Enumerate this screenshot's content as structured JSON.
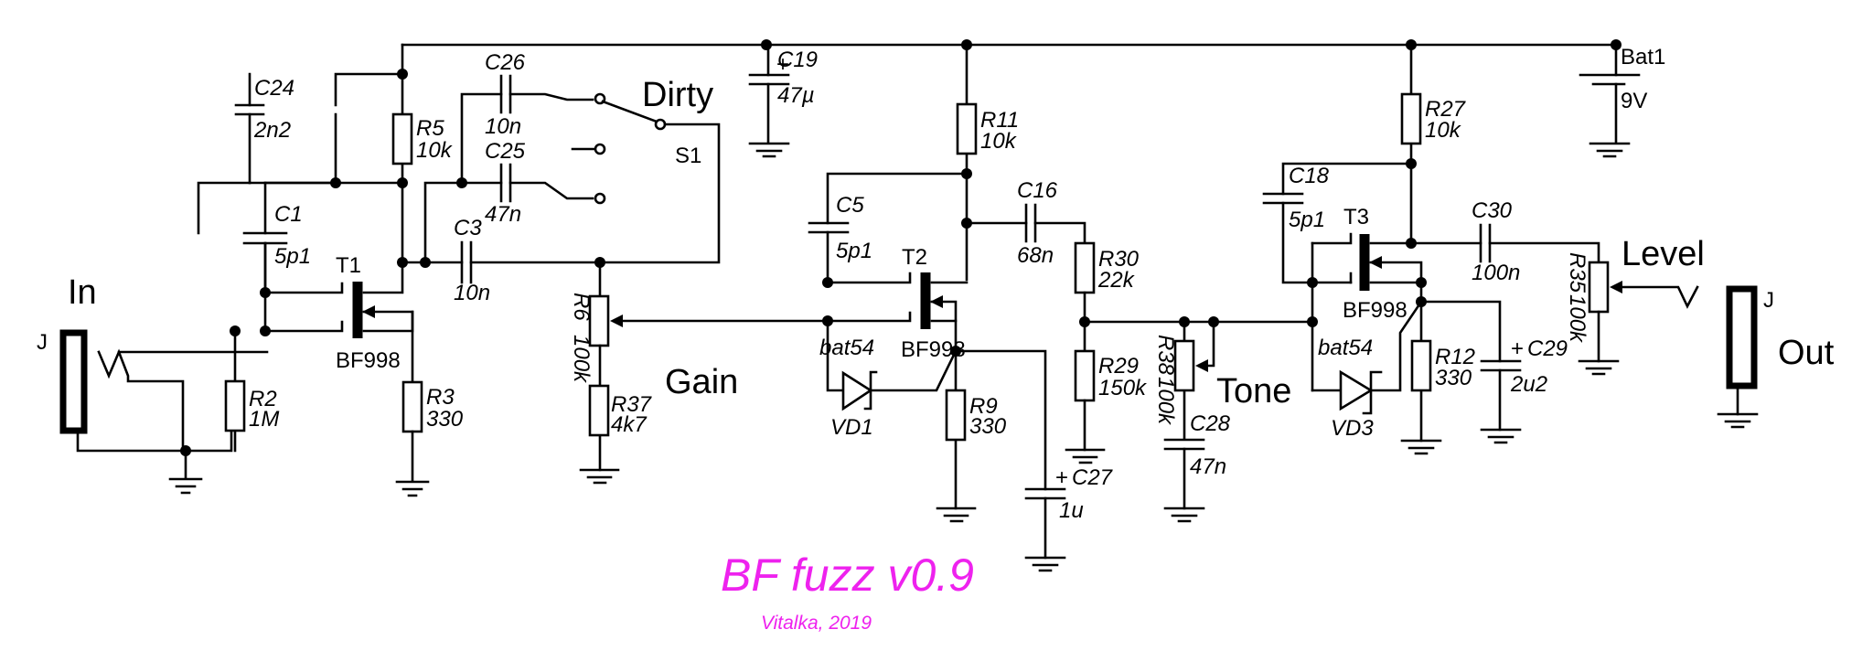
{
  "title": "BF fuzz v0.9",
  "subtitle": "Vitalka, 2019",
  "title_color": "#ee22ee",
  "controls": {
    "input": "In",
    "output": "Out",
    "dirty": "Dirty",
    "gain": "Gain",
    "tone": "Tone",
    "level": "Level"
  },
  "jacks": {
    "in_ref": "J",
    "out_ref": "J"
  },
  "battery": {
    "ref": "Bat1",
    "value": "9V"
  },
  "switch": {
    "ref": "S1"
  },
  "transistors": [
    {
      "ref": "T1",
      "part": "BF998"
    },
    {
      "ref": "T2",
      "part": "BF998"
    },
    {
      "ref": "T3",
      "part": "BF998"
    }
  ],
  "diodes": [
    {
      "ref": "VD1",
      "part": "bat54"
    },
    {
      "ref": "VD3",
      "part": "bat54"
    }
  ],
  "resistors": {
    "R2": {
      "ref": "R2",
      "value": "1M"
    },
    "R3": {
      "ref": "R3",
      "value": "330"
    },
    "R5": {
      "ref": "R5",
      "value": "10k"
    },
    "R6": {
      "ref": "R6",
      "value": "100k"
    },
    "R37": {
      "ref": "R37",
      "value": "4k7"
    },
    "R11": {
      "ref": "R11",
      "value": "10k"
    },
    "R9": {
      "ref": "R9",
      "value": "330"
    },
    "R30": {
      "ref": "R30",
      "value": "22k"
    },
    "R29": {
      "ref": "R29",
      "value": "150k"
    },
    "R38": {
      "ref": "R38",
      "value": "100k"
    },
    "R27": {
      "ref": "R27",
      "value": "10k"
    },
    "R12": {
      "ref": "R12",
      "value": "330"
    },
    "R35": {
      "ref": "R35",
      "value": "100k"
    }
  },
  "capacitors": {
    "C1": {
      "ref": "C1",
      "value": "5p1"
    },
    "C24": {
      "ref": "C24",
      "value": "2n2"
    },
    "C26": {
      "ref": "C26",
      "value": "10n"
    },
    "C25": {
      "ref": "C25",
      "value": "47n"
    },
    "C3": {
      "ref": "C3",
      "value": "10n"
    },
    "C19": {
      "ref": "C19",
      "value": "47µ",
      "polarity": "+"
    },
    "C5": {
      "ref": "C5",
      "value": "5p1"
    },
    "C16": {
      "ref": "C16",
      "value": "68n"
    },
    "C27": {
      "ref": "C27",
      "value": "1u",
      "polarity": "+"
    },
    "C28": {
      "ref": "C28",
      "value": "47n"
    },
    "C18": {
      "ref": "C18",
      "value": "5p1"
    },
    "C30": {
      "ref": "C30",
      "value": "100n"
    },
    "C29": {
      "ref": "C29",
      "value": "2u2",
      "polarity": "+"
    }
  }
}
